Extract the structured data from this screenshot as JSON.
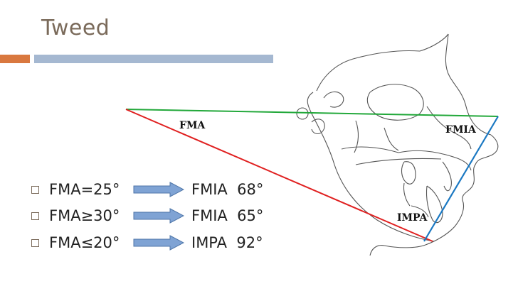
{
  "title": "Tweed",
  "labels": {
    "fma": "FMA",
    "fmia": "FMIA",
    "impa": "IMPA"
  },
  "rules": [
    {
      "condition": "FMA=25°",
      "result": "FMIA  68°"
    },
    {
      "condition": "FMA≥30°",
      "result": "FMIA  65°"
    },
    {
      "condition": "FMA≤20°",
      "result": "IMPA  92°"
    }
  ],
  "colors": {
    "fma_line": "#e02020",
    "fh_line": "#22a83a",
    "incisor_line": "#1a78c2",
    "arrow_fill": "#7fa3d4",
    "accent_orange": "#d9783f",
    "accent_blue": "#a5b8d1"
  }
}
